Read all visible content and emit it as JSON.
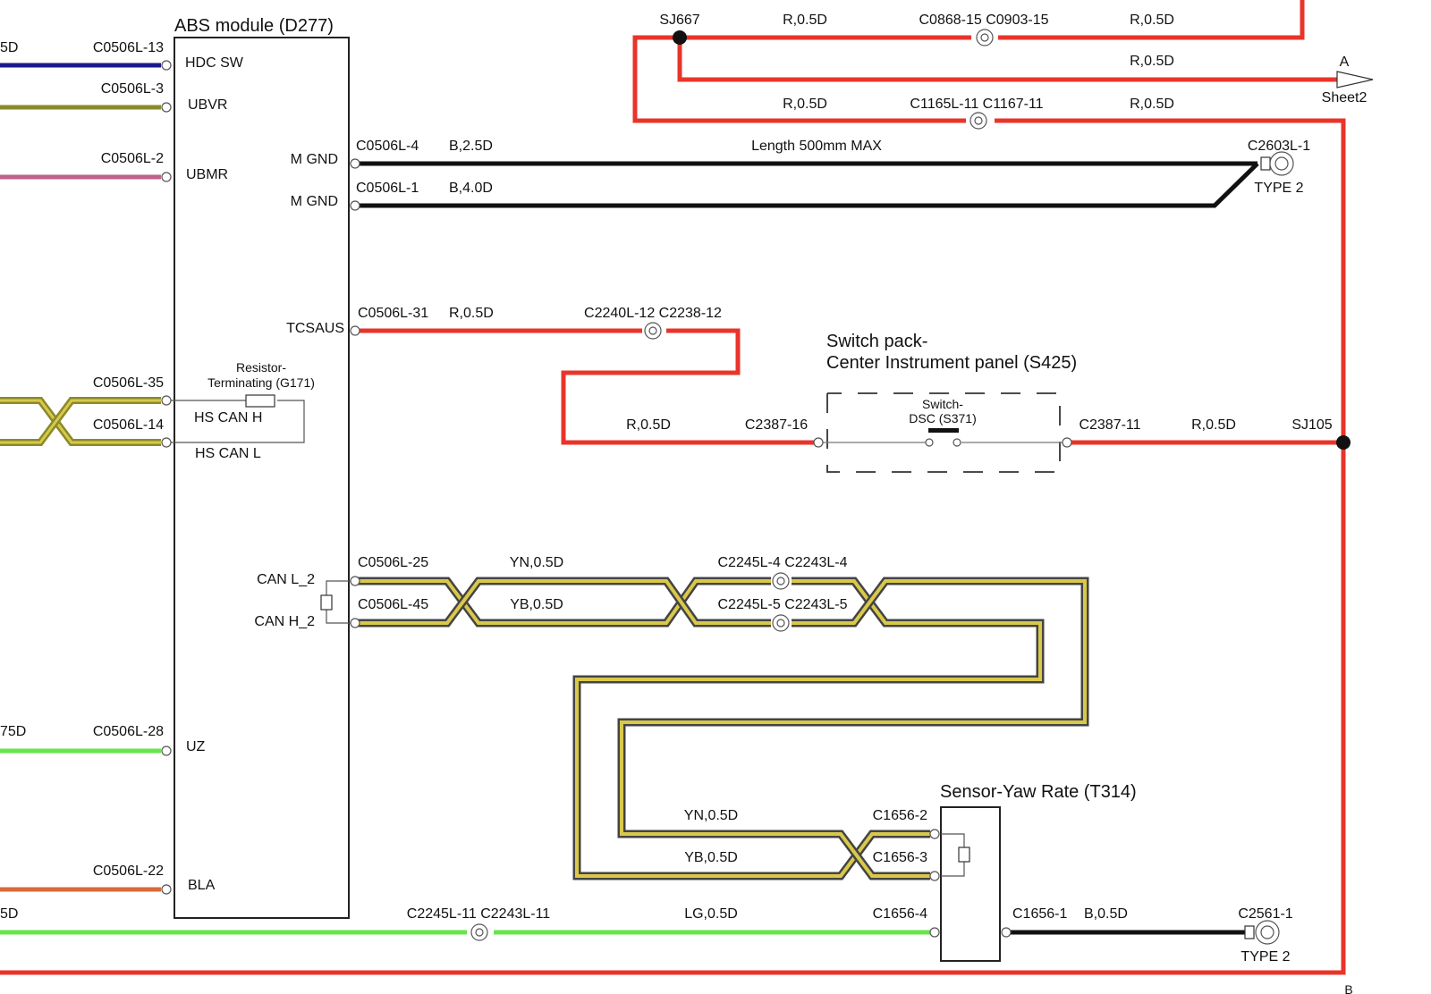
{
  "colors": {
    "red": "#e8342a",
    "black": "#111111",
    "blue": "#1a1a8c",
    "green": "#66e64a",
    "yellow": "#d9c84a",
    "olive": "#8a8a2a",
    "pink": "#c0608a",
    "orange": "#d86a3a"
  },
  "modules": {
    "abs_title": "ABS module (D277)",
    "switch_pack_line1": "Switch pack-",
    "switch_pack_line2": "Center Instrument panel (S425)",
    "switch_dsc_line1": "Switch-",
    "switch_dsc_line2": "DSC (S371)",
    "yaw_title": "Sensor-Yaw Rate (T314)",
    "resistor_line1": "Resistor-",
    "resistor_line2": "Terminating (G171)"
  },
  "abs_pins": {
    "hdc_sw": "HDC SW",
    "ubvr": "UBVR",
    "ubmr": "UBMR",
    "m_gnd_1": "M GND",
    "m_gnd_2": "M GND",
    "tcsaus": "TCSAUS",
    "hs_can_h": "HS CAN H",
    "hs_can_l": "HS CAN L",
    "can_l_2": "CAN L_2",
    "can_h_2": "CAN H_2",
    "uz": "UZ",
    "bla": "BLA"
  },
  "connectors": {
    "c0506l_13": "C0506L-13",
    "c0506l_3": "C0506L-3",
    "c0506l_2": "C0506L-2",
    "c0506l_35": "C0506L-35",
    "c0506l_14": "C0506L-14",
    "c0506l_28": "C0506L-28",
    "c0506l_22": "C0506L-22",
    "c0506l_4": "C0506L-4",
    "c0506l_1": "C0506L-1",
    "c0506l_31": "C0506L-31",
    "c0506l_25": "C0506L-25",
    "c0506l_45": "C0506L-45",
    "sj667": "SJ667",
    "c0868_c0903": "C0868-15 C0903-15",
    "c1165_c1167": "C1165L-11 C1167-11",
    "c2603l_1": "C2603L-1",
    "type2_a": "TYPE 2",
    "c2240_c2238": "C2240L-12 C2238-12",
    "c2387_16": "C2387-16",
    "c2387_11": "C2387-11",
    "sj105": "SJ105",
    "c2245_4": "C2245L-4 C2243L-4",
    "c2245_5": "C2245L-5 C2243L-5",
    "c1656_2": "C1656-2",
    "c1656_3": "C1656-3",
    "c1656_4": "C1656-4",
    "c1656_1": "C1656-1",
    "c2245_11": "C2245L-11 C2243L-11",
    "c2561_1": "C2561-1",
    "type2_b": "TYPE 2",
    "off_a": "A",
    "off_sheet": "Sheet2",
    "off_b": "B"
  },
  "wires": {
    "r05_top1": "R,0.5D",
    "r05_top2": "R,0.5D",
    "r05_top3": "R,0.5D",
    "r05_mid1": "R,0.5D",
    "r05_mid2": "R,0.5D",
    "b25": "B,2.5D",
    "b40": "B,4.0D",
    "length_note": "Length 500mm MAX",
    "r05_tcs": "R,0.5D",
    "r05_sw1": "R,0.5D",
    "r05_sw2": "R,0.5D",
    "yn05_a": "YN,0.5D",
    "yb05_a": "YB,0.5D",
    "yn05_b": "YN,0.5D",
    "yb05_b": "YB,0.5D",
    "lg05": "LG,0.5D",
    "b05": "B,0.5D",
    "left_5d_top": "5D",
    "left_75d": "75D",
    "left_5d_bot": "5D"
  }
}
